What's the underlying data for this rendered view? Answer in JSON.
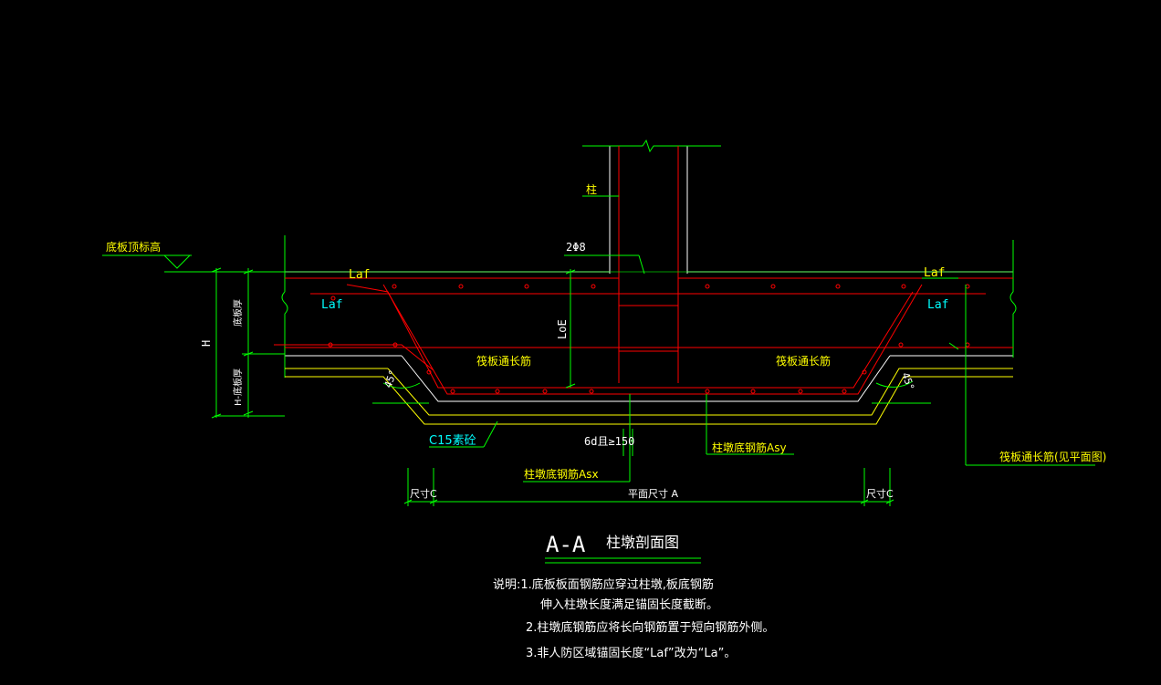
{
  "labels": {
    "slab_top_elev": "底板顶标高",
    "column": "柱",
    "two_phi8": "2Φ8",
    "laf_tl": "Laf",
    "laf_tl2": "Laf",
    "laf_tr": "Laf",
    "laf_tr2": "Laf",
    "loe": "LoE",
    "raft_long_bar_l": "筏板通长筋",
    "raft_long_bar_r": "筏板通长筋",
    "h": "H",
    "slab_thickness": "底板厚",
    "h_minus_slab": "H-底板厚",
    "angle_l": "45°",
    "angle_r": "45°",
    "c15": "C15素砼",
    "spacing": "6d且≥150",
    "asx": "柱墩底钢筋Asx",
    "asy": "柱墩底钢筋Asy",
    "raft_long_bar_note": "筏板通长筋(见平面图)",
    "dim_c_left": "尺寸C",
    "dim_a": "平面尺寸 A",
    "dim_c_right": "尺寸C"
  },
  "title": {
    "section": "A-A",
    "name": "柱墩剖面图"
  },
  "notes": {
    "line1": "说明:1.底板板面钢筋应穿过柱墩,板底钢筋",
    "line1b": "伸入柱墩长度满足锚固长度截断。",
    "line2": "2.柱墩底钢筋应将长向钢筋置于短向钢筋外侧。",
    "line3": "3.非人防区域锚固长度“Laf”改为“La”。"
  },
  "colors": {
    "background": "#000000",
    "green": "#00ff00",
    "red": "#ff0000",
    "yellow": "#ffff00",
    "cyan": "#00ffff",
    "white": "#ffffff"
  }
}
